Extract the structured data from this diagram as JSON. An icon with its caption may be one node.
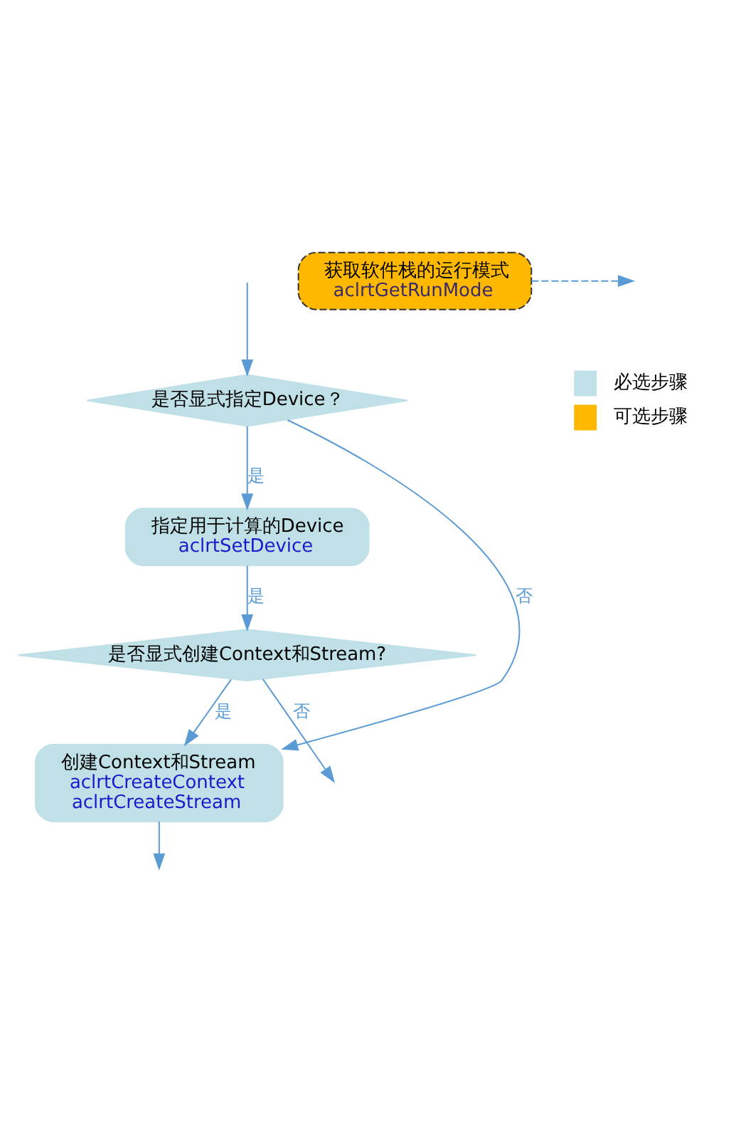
{
  "diagram": {
    "nodes": [
      {
        "text": [
          "是否显式指定Device？"
        ]
      },
      {
        "text": [
          "指定用于计算的Device",
          "aclrtSetDevice"
        ]
      },
      {
        "text": [
          "是否显式创建Context和Stream?"
        ]
      },
      {
        "text": [
          "创建Context和Stream",
          "aclrtCreateContext",
          "aclrtCreateStream"
        ]
      },
      {
        "text": [
          "获取软件栈的运行模式",
          "aclrtGetRunMode"
        ]
      }
    ],
    "edges": [
      {
        "from": null,
        "to": 0,
        "arrow": "to"
      },
      {
        "from": 0,
        "to": 1,
        "arrow": "to",
        "label": "是"
      },
      {
        "from": 1,
        "to": 2,
        "arrow": "to",
        "label": "是"
      },
      {
        "from": 2,
        "to": 3,
        "arrow": "to",
        "label": "是"
      },
      {
        "from": 0,
        "to": 3,
        "arrow": "to",
        "label": "否"
      },
      {
        "from": 2,
        "to": null,
        "arrow": "to",
        "label": "否"
      },
      {
        "from": 3,
        "to": null,
        "arrow": "to"
      },
      {
        "from": 4,
        "to": null,
        "arrow": "to",
        "style": "dashed"
      }
    ],
    "legend": [
      {
        "text": "必选步骤",
        "color": "#bfe0e6"
      },
      {
        "text": "可选步骤",
        "color": "#ffb800"
      }
    ]
  }
}
